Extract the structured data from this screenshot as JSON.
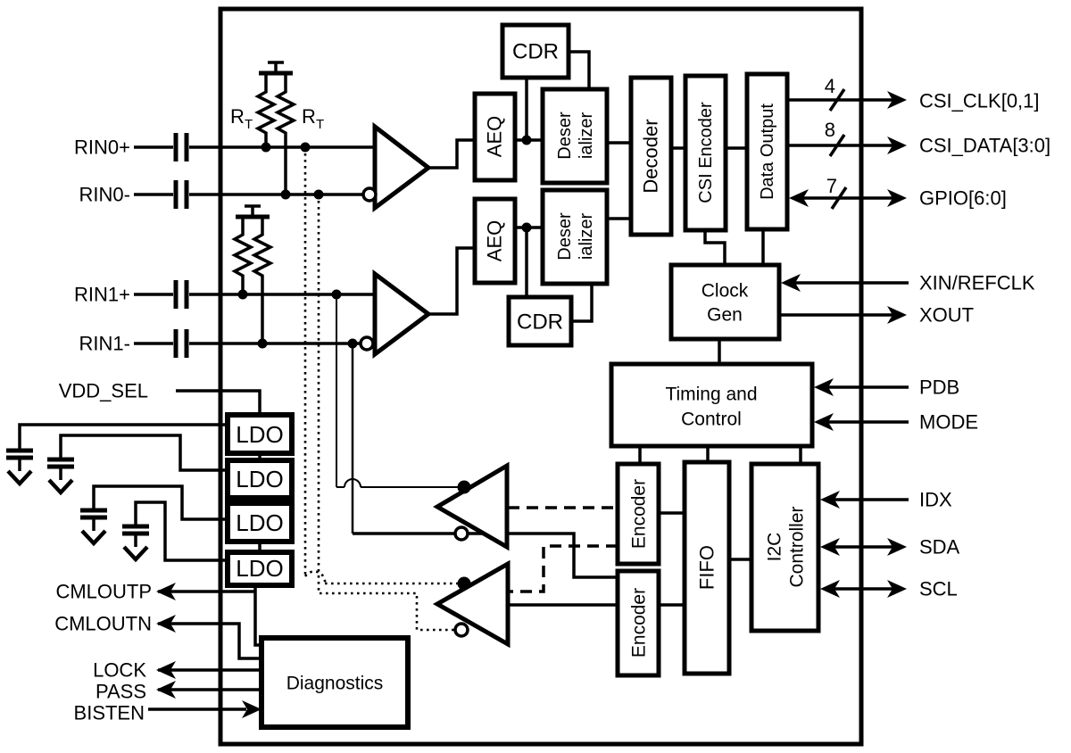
{
  "blocks": {
    "cdr": "CDR",
    "aeq": "AEQ",
    "deser_line1": "Deser",
    "deser_line2": "ializer",
    "decoder": "Decoder",
    "csi_encoder": "CSI Encoder",
    "data_output": "Data Output",
    "clock_gen_line1": "Clock",
    "clock_gen_line2": "Gen",
    "timing_line1": "Timing and",
    "timing_line2": "Control",
    "encoder": "Encoder",
    "fifo": "FIFO",
    "i2c_line1": "I2C",
    "i2c_line2": "Controller",
    "ldo": "LDO",
    "diagnostics": "Diagnostics"
  },
  "pins_left": [
    "RIN0+",
    "RIN0-",
    "RIN1+",
    "RIN1-",
    "VDD_SEL",
    "CMLOUTP",
    "CMLOUTN",
    "LOCK",
    "PASS",
    "BISTEN"
  ],
  "pins_right": [
    "CSI_CLK[0,1]",
    "CSI_DATA[3:0]",
    "GPIO[6:0]",
    "XIN/REFCLK",
    "XOUT",
    "PDB",
    "MODE",
    "IDX",
    "SDA",
    "SCL"
  ],
  "bus_widths": {
    "csi_clk": "4",
    "csi_data": "8",
    "gpio": "7"
  },
  "labels": {
    "rt": "R",
    "rt_sub": "T"
  },
  "colors": {
    "line": "#000000",
    "background": "#ffffff"
  }
}
